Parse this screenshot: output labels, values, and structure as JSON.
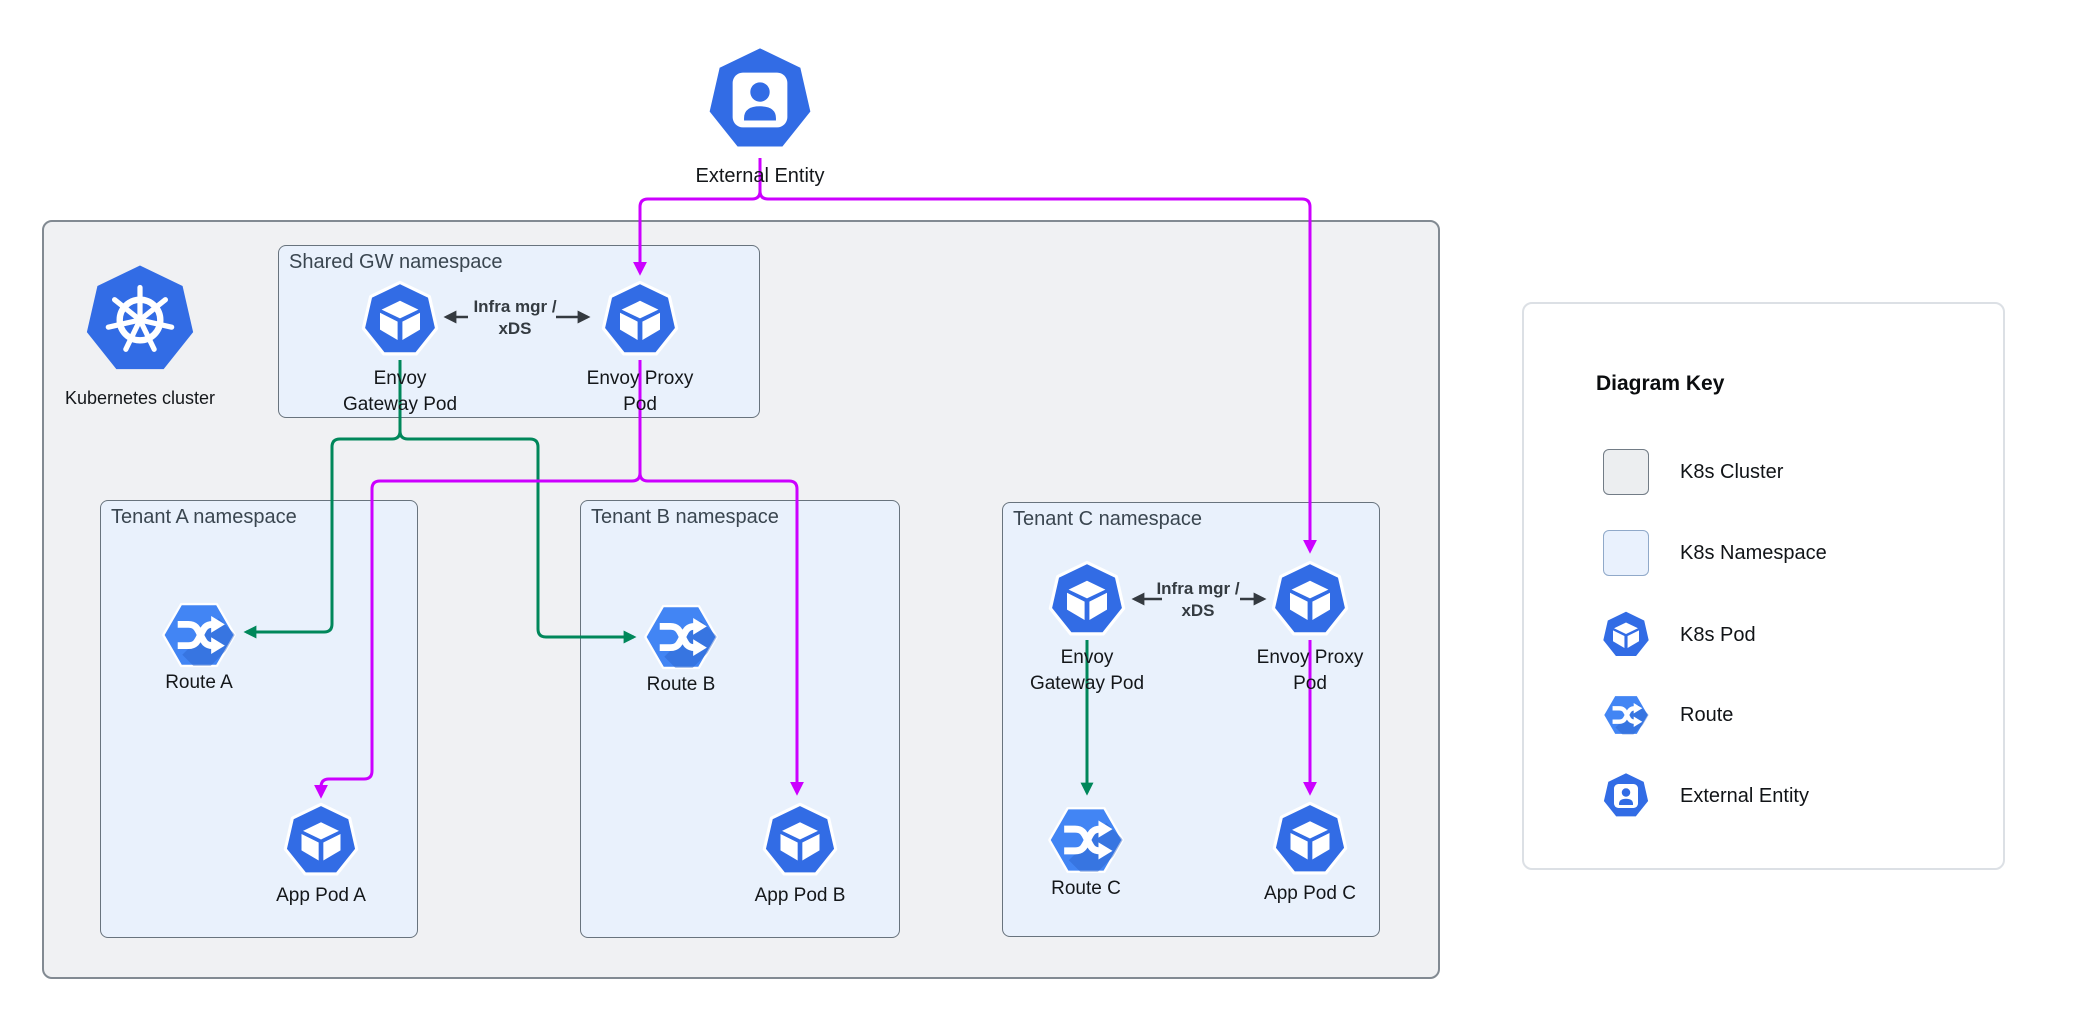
{
  "nodes": {
    "external_entity": "External Entity",
    "kubernetes_cluster": "Kubernetes cluster"
  },
  "shared_ns": {
    "title": "Shared GW namespace",
    "gateway_pod_lines": [
      "Envoy",
      "Gateway Pod"
    ],
    "proxy_pod_lines": [
      "Envoy Proxy",
      "Pod"
    ],
    "xds_lines": [
      "Infra mgr /",
      "xDS"
    ]
  },
  "tenant_a": {
    "title": "Tenant A namespace",
    "route": "Route A",
    "app_pod": "App Pod A"
  },
  "tenant_b": {
    "title": "Tenant B namespace",
    "route": "Route B",
    "app_pod": "App Pod B"
  },
  "tenant_c": {
    "title": "Tenant C namespace",
    "gateway_pod_lines": [
      "Envoy",
      "Gateway Pod"
    ],
    "proxy_pod_lines": [
      "Envoy Proxy",
      "Pod"
    ],
    "xds_lines": [
      "Infra mgr /",
      "xDS"
    ],
    "route": "Route C",
    "app_pod": "App Pod C"
  },
  "legend": {
    "title": "Diagram Key",
    "items": [
      {
        "icon": "k8s-cluster-swatch",
        "label": "K8s Cluster"
      },
      {
        "icon": "k8s-namespace-swatch",
        "label": "K8s Namespace"
      },
      {
        "icon": "k8s-pod-icon",
        "label": "K8s Pod"
      },
      {
        "icon": "route-icon",
        "label": "Route"
      },
      {
        "icon": "external-entity-icon",
        "label": "External Entity"
      }
    ]
  },
  "edges": [
    {
      "from": "External Entity",
      "to": "Envoy Proxy Pod (Shared GW namespace)",
      "color": "#cc00ff"
    },
    {
      "from": "External Entity",
      "to": "Envoy Proxy Pod (Tenant C namespace)",
      "color": "#cc00ff"
    },
    {
      "from": "Envoy Gateway Pod (Shared GW namespace)",
      "to": "Route A",
      "color": "#00875a"
    },
    {
      "from": "Envoy Gateway Pod (Shared GW namespace)",
      "to": "Route B",
      "color": "#00875a"
    },
    {
      "from": "Envoy Proxy Pod (Shared GW namespace)",
      "to": "App Pod A",
      "color": "#cc00ff"
    },
    {
      "from": "Envoy Proxy Pod (Shared GW namespace)",
      "to": "App Pod B",
      "color": "#cc00ff"
    },
    {
      "from": "Envoy Gateway Pod (Shared GW namespace)",
      "to": "Envoy Proxy Pod (Shared GW namespace)",
      "label": "Infra mgr / xDS",
      "color": "#343a40"
    },
    {
      "from": "Envoy Gateway Pod (Tenant C namespace)",
      "to": "Route C",
      "color": "#00875a"
    },
    {
      "from": "Envoy Gateway Pod (Tenant C namespace)",
      "to": "Envoy Proxy Pod (Tenant C namespace)",
      "label": "Infra mgr / xDS",
      "color": "#343a40"
    },
    {
      "from": "Envoy Proxy Pod (Tenant C namespace)",
      "to": "App Pod C",
      "color": "#cc00ff"
    }
  ],
  "colors": {
    "pod_blue": "#326ce5",
    "route_blue": "#4285f4",
    "traffic_magenta": "#cc00ff",
    "route_green": "#00875a",
    "infra_arrow_dark": "#343a40",
    "cluster_fill": "#f0f1f3",
    "namespace_fill": "#e9f1fc"
  }
}
